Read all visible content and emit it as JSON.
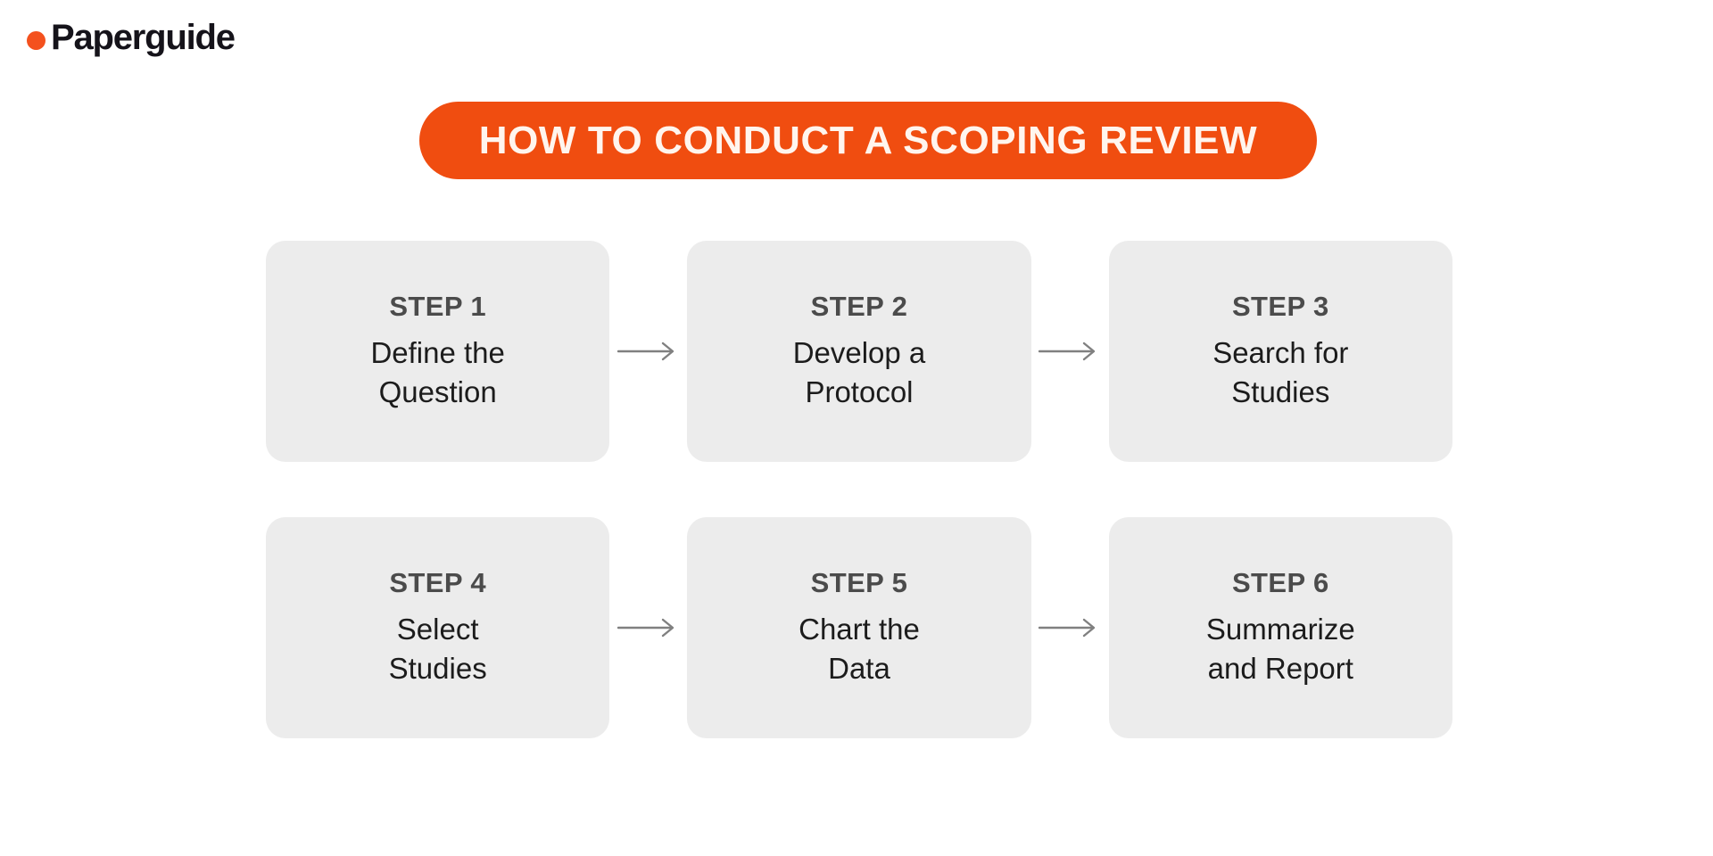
{
  "brand": {
    "name": "Paperguide",
    "dot_color": "#F4511E"
  },
  "banner": {
    "title": "HOW TO CONDUCT A SCOPING REVIEW",
    "background_color": "#F04D10",
    "text_color": "#FFF5EE"
  },
  "card_style": {
    "background_color": "#ECECEC",
    "number_color": "#4B4B4B",
    "label_color": "#1C1C1C"
  },
  "connector": {
    "color": "#808080",
    "icon": "arrow-right-icon"
  },
  "steps": [
    {
      "number": "STEP 1",
      "label": "Define the\nQuestion"
    },
    {
      "number": "STEP 2",
      "label": "Develop a\nProtocol"
    },
    {
      "number": "STEP 3",
      "label": "Search for\nStudies"
    },
    {
      "number": "STEP 4",
      "label": "Select\nStudies"
    },
    {
      "number": "STEP 5",
      "label": "Chart the\nData"
    },
    {
      "number": "STEP 6",
      "label": "Summarize\nand Report"
    }
  ]
}
